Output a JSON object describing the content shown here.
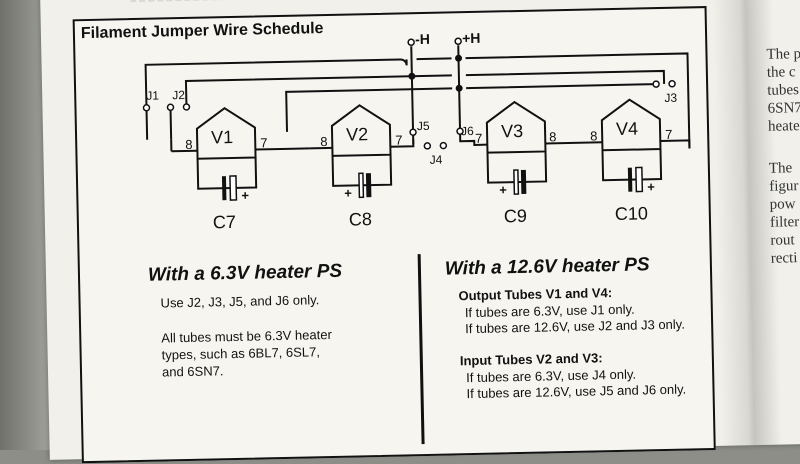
{
  "figure": {
    "title": "Filament Jumper Wire Schedule",
    "power_labels": [
      "-H",
      "+H"
    ],
    "jumpers": [
      "J1",
      "J2",
      "J3",
      "J4",
      "J5",
      "J6"
    ],
    "tubes": [
      "V1",
      "V2",
      "V3",
      "V4"
    ],
    "capacitors": [
      "C7",
      "C8",
      "C9",
      "C10"
    ],
    "pins": {
      "v1_left": "8",
      "v1_right": "7",
      "v2_left": "8",
      "v2_right": "7",
      "v3_left": "7",
      "v3_right": "8",
      "v4_left": "8",
      "v4_right": "7"
    },
    "plus_sign": "+"
  },
  "left_panel": {
    "heading": "With a 6.3V heater PS",
    "line1": "Use J2, J3, J5, and J6 only.",
    "para": [
      "All tubes must be 6.3V heater",
      "types, such as 6BL7, 6SL7,",
      "and 6SN7."
    ]
  },
  "right_panel": {
    "heading": "With a 12.6V heater PS",
    "output_title": "Output Tubes V1 and V4:",
    "output_lines": [
      "If tubes are 6.3V, use J1 only.",
      "If tubes are 12.6V, use J2 and J3 only."
    ],
    "input_title": "Input Tubes V2 and V3:",
    "input_lines": [
      "If tubes are 6.3V, use J4 only.",
      "If tubes are 12.6V, use J5 and J6 only."
    ]
  },
  "side_text": [
    "The p",
    "the c",
    "tubes",
    "6SN7",
    "heate",
    "The",
    "figur",
    "pow",
    "filter",
    "rout",
    "recti"
  ]
}
